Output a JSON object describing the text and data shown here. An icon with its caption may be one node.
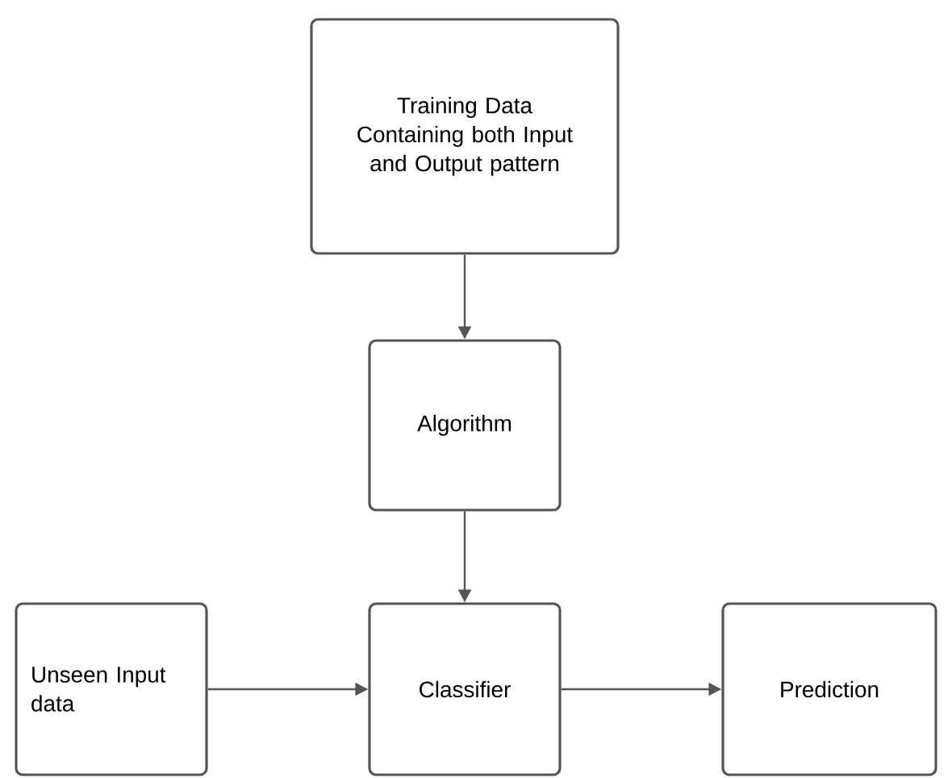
{
  "diagram": {
    "nodes": [
      {
        "text": [
          "Training Data Containing both Input and Output pattern"
        ]
      },
      {
        "text": [
          "Algorithm"
        ]
      },
      {
        "text": [
          "Classifier"
        ]
      },
      {
        "text": [
          "Unseen Input data"
        ]
      },
      {
        "text": [
          "Prediction"
        ]
      }
    ],
    "edges": [
      {
        "from": 0,
        "to": 1,
        "arrow": "to"
      },
      {
        "from": 1,
        "to": 2,
        "arrow": "to"
      },
      {
        "from": 3,
        "to": 2,
        "arrow": "to"
      },
      {
        "from": 2,
        "to": 4,
        "arrow": "to"
      }
    ]
  }
}
